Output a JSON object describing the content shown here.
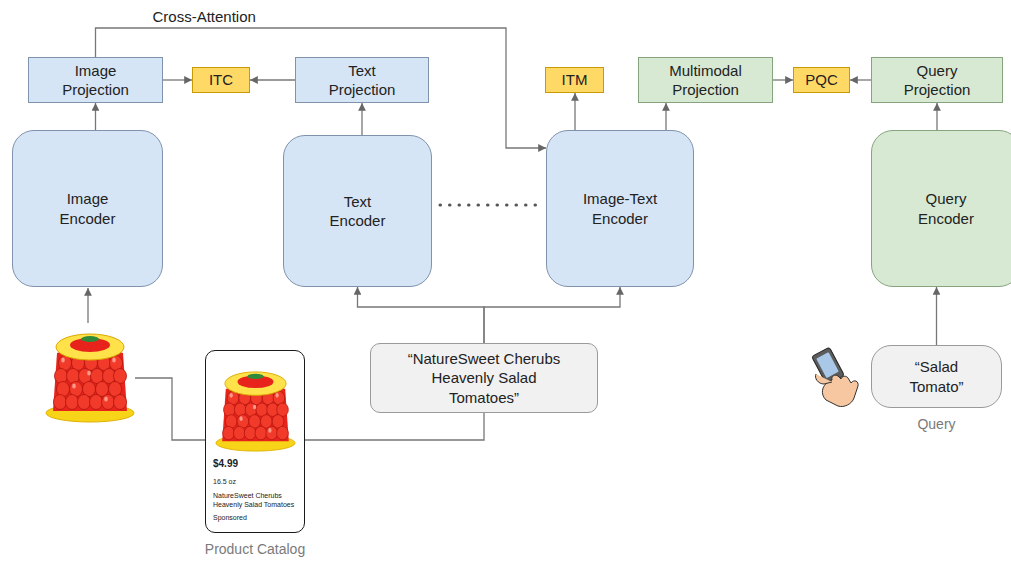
{
  "diagram": {
    "nodes": [
      {
        "text": [
          "Image Projection"
        ]
      },
      {
        "text": [
          "ITC"
        ]
      },
      {
        "text": [
          "Text Projection"
        ]
      },
      {
        "text": [
          "ITM"
        ]
      },
      {
        "text": [
          "Multimodal Projection"
        ]
      },
      {
        "text": [
          "PQC"
        ]
      },
      {
        "text": [
          "Query Projection"
        ]
      },
      {
        "text": [
          "Image Encoder"
        ]
      },
      {
        "text": [
          "Text Encoder"
        ]
      },
      {
        "text": [
          "Image-Text Encoder"
        ]
      },
      {
        "text": [
          "Query Encoder"
        ]
      },
      {
        "text": [
          "“NatureSweet Cherubs Heavenly Salad Tomatoes”"
        ]
      },
      {
        "text": [
          "“Salad Tomato”",
          "Query"
        ]
      },
      {
        "text": [
          "$4.99",
          "16.5 oz",
          "NatureSweet Cherubs Heavenly Salad Tomatoes",
          "Sponsored",
          "Product Catalog"
        ]
      }
    ],
    "edges": [
      {
        "from": 7,
        "to": 0,
        "arrow": "to"
      },
      {
        "from": 0,
        "to": 1,
        "arrow": "to"
      },
      {
        "from": 2,
        "to": 1,
        "arrow": "to"
      },
      {
        "from": 8,
        "to": 2,
        "arrow": "to"
      },
      {
        "from": 0,
        "to": 9,
        "label": "Cross-Attention",
        "arrow": "to"
      },
      {
        "from": 8,
        "to": 9,
        "arrow": "none"
      },
      {
        "from": 9,
        "to": 3,
        "arrow": "to"
      },
      {
        "from": 9,
        "to": 4,
        "arrow": "to"
      },
      {
        "from": 4,
        "to": 5,
        "arrow": "to"
      },
      {
        "from": 6,
        "to": 5,
        "arrow": "to"
      },
      {
        "from": 10,
        "to": 6,
        "arrow": "to"
      },
      {
        "from": 12,
        "to": 10,
        "arrow": "to"
      },
      {
        "from": 11,
        "to": 8,
        "arrow": "to"
      },
      {
        "from": 11,
        "to": 9,
        "arrow": "to"
      },
      {
        "from": 13,
        "to": 11,
        "arrow": "none"
      }
    ]
  }
}
